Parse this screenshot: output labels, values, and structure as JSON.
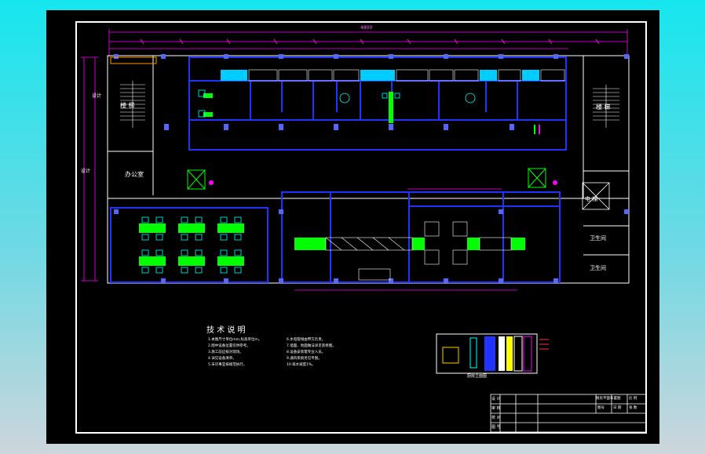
{
  "colors": {
    "background_top": "#16e6ee",
    "canvas": "#000000",
    "frame": "#ffffff",
    "walls": "#2233ff",
    "dimensions": "#ff00ff",
    "equipment": "#00ff00",
    "fixtures": "#00ffff",
    "labels": "#ffffff"
  },
  "plan": {
    "overall_dimension": "4800",
    "room_stair_left": "楼 梯",
    "room_office": "办公室",
    "room_stair_right": "楼 梯",
    "room_elevator": "电 梯",
    "room_restroom_1": "卫生间",
    "room_restroom_2": "卫生间",
    "room_left_label": "设计",
    "room_left_label_2": "设计"
  },
  "notes": {
    "title": "技 术 说 明",
    "lines": [
      "1.本图尺寸单位mm,标高单位m。",
      "2.图中设备位置仅供参考。",
      "3.施工前应核对现场。",
      "4.详见设备清单。",
      "5.未尽事宜按规范执行。"
    ],
    "lines_right": [
      "6.水电管线由甲方负责。",
      "7.墙面、地面做法详见装修图。",
      "8.设备安装需专业人员。",
      "9.通风系统另见专图。",
      "10.排水坡度1%。"
    ]
  },
  "elevation": {
    "caption": "厨房立面图"
  },
  "title_block": {
    "rows": [
      "设 计",
      "审 核",
      "校 对",
      "图 号"
    ],
    "drawing_name": "厨房平面布置图",
    "scale_label": "比 例",
    "sheet_label": "张 数",
    "date_label": "日 期",
    "code_cells": [
      "图号",
      "比例",
      "日期"
    ]
  }
}
